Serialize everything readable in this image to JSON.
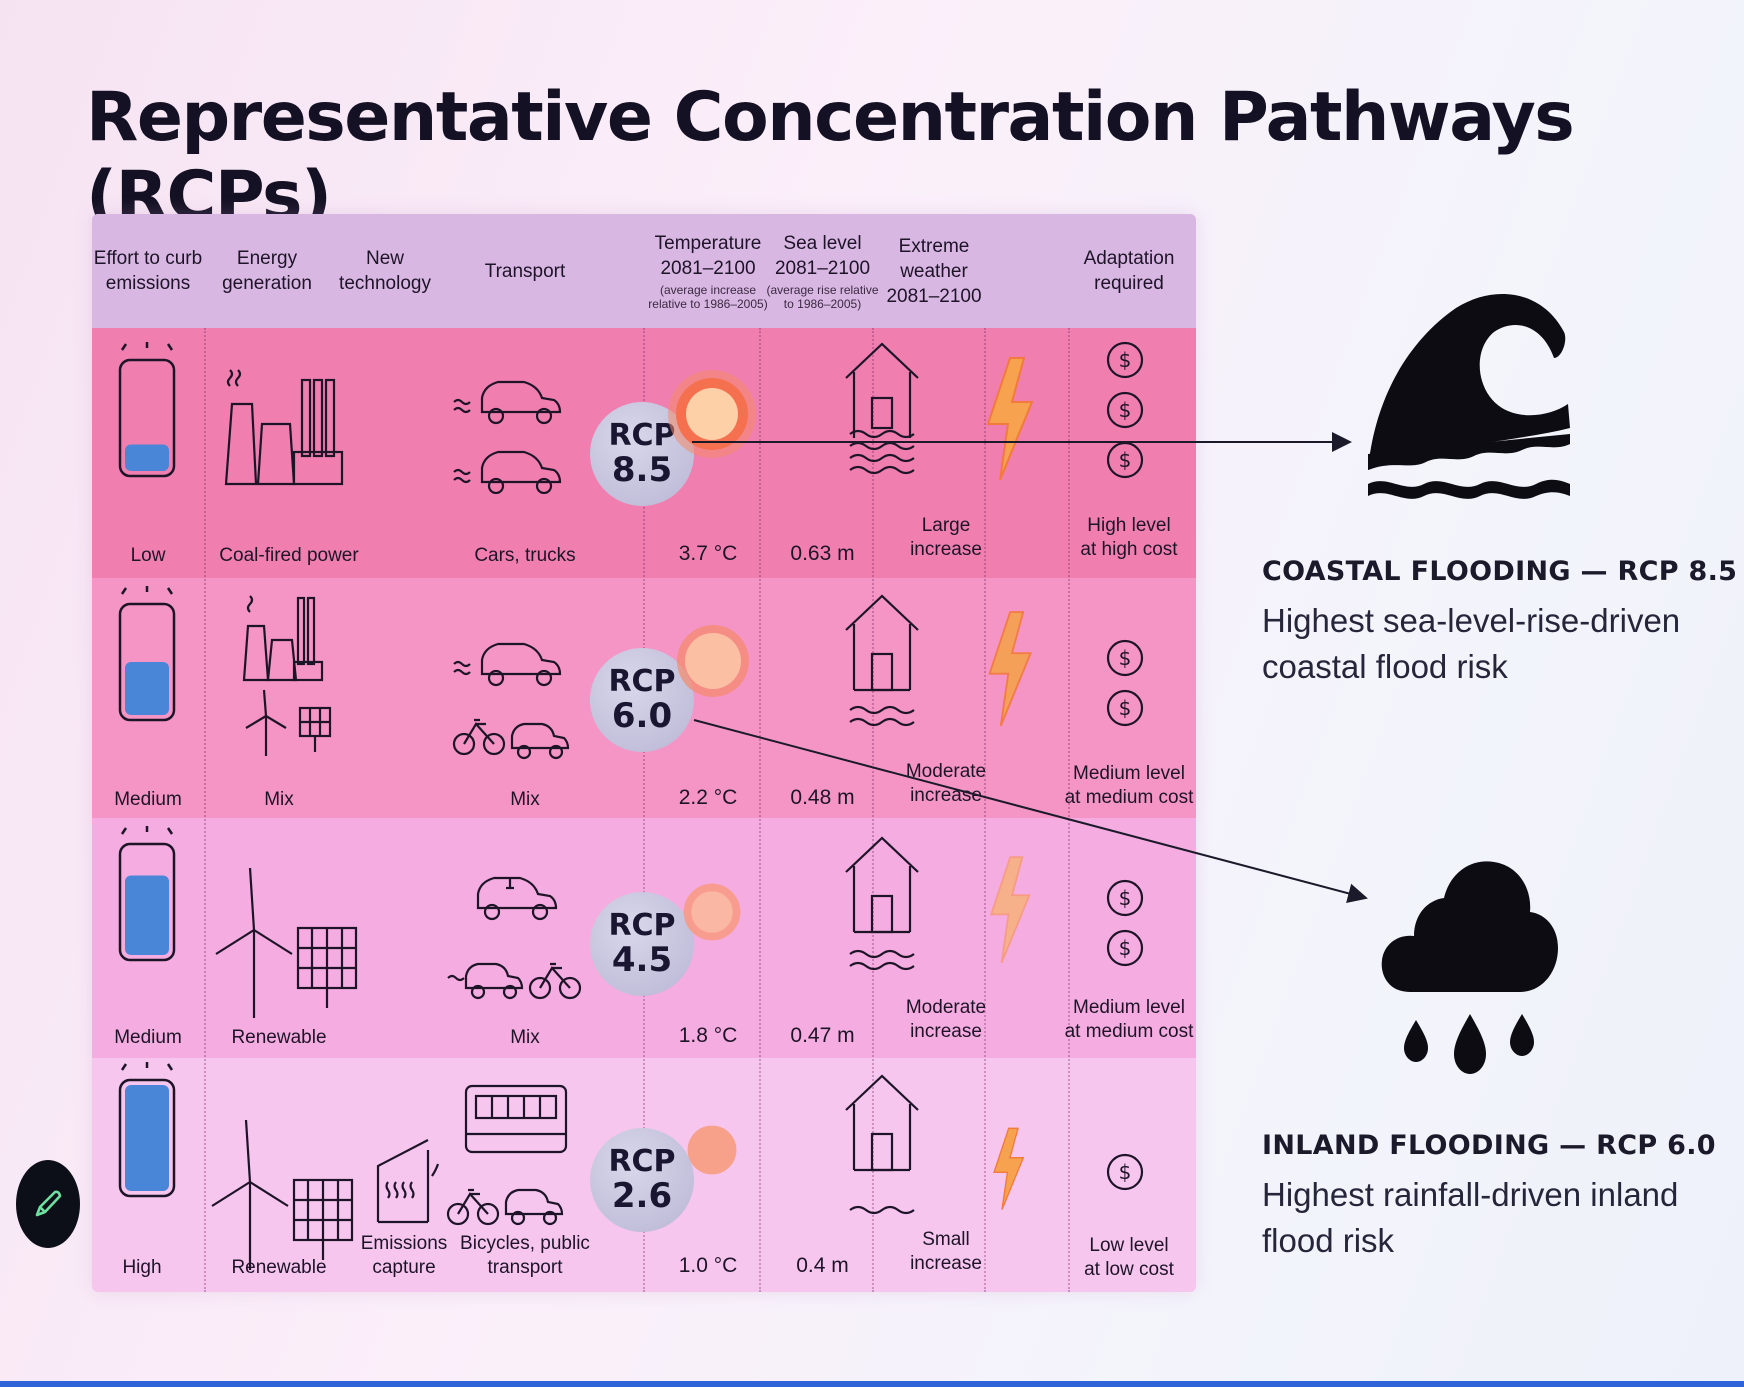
{
  "title": "Representative Concentration Pathways (RCPs)",
  "headers": {
    "effort": "Effort to curb\nemissions",
    "energy": "Energy\ngeneration",
    "newtech": "New\ntechnology",
    "transport": "Transport",
    "temperature": "Temperature\n2081–2100",
    "temperature_sub": "(average increase\nrelative to 1986–2005)",
    "sealevel": "Sea level\n2081–2100",
    "sealevel_sub": "(average rise relative\nto 1986–2005)",
    "weather": "Extreme\nweather\n2081–2100",
    "adaptation": "Adaptation\nrequired"
  },
  "rows": [
    {
      "rcp_label": "RCP",
      "rcp_value": "8.5",
      "effort": "Low",
      "effort_fill": 0.25,
      "energy": "Coal-fired power",
      "newtech": "",
      "transport": "Cars, trucks",
      "temperature": "3.7 °C",
      "sea_level": "0.63 m",
      "weather": "Large\nincrease",
      "adaptation": "High level\nat high cost",
      "dollar_count": 3
    },
    {
      "rcp_label": "RCP",
      "rcp_value": "6.0",
      "effort": "Medium",
      "effort_fill": 0.5,
      "energy": "Mix",
      "newtech": "",
      "transport": "Mix",
      "temperature": "2.2 °C",
      "sea_level": "0.48 m",
      "weather": "Moderate\nincrease",
      "adaptation": "Medium level\nat medium cost",
      "dollar_count": 2
    },
    {
      "rcp_label": "RCP",
      "rcp_value": "4.5",
      "effort": "Medium",
      "effort_fill": 0.75,
      "energy": "Renewable",
      "newtech": "",
      "transport": "Mix",
      "temperature": "1.8 °C",
      "sea_level": "0.47 m",
      "weather": "Moderate\nincrease",
      "adaptation": "Medium level\nat medium cost",
      "dollar_count": 2
    },
    {
      "rcp_label": "RCP",
      "rcp_value": "2.6",
      "effort": "High",
      "effort_fill": 1.0,
      "energy": "Renewable",
      "newtech": "Emissions\ncapture",
      "transport": "Bicycles, public\ntransport",
      "temperature": "1.0 °C",
      "sea_level": "0.4 m",
      "weather": "Small\nincrease",
      "adaptation": "Low level\nat low cost",
      "dollar_count": 1
    }
  ],
  "side": {
    "coastal_title": "COASTAL FLOODING — RCP 8.5",
    "coastal_desc": "Highest sea-level-rise-driven coastal flood risk",
    "inland_title": "INLAND FLOODING — RCP 6.0",
    "inland_desc": "Highest rainfall-driven inland flood risk"
  },
  "icons": {
    "wave": "wave-icon",
    "rain": "rain-cloud-icon",
    "pen": "pen-icon"
  },
  "colors": {
    "row_85": "#f07fb0",
    "row_60": "#f595c6",
    "row_45": "#f5ace0",
    "row_26": "#f6c6ef",
    "header": "#d9b7e3",
    "effort_fill": "#4a86d8",
    "sun": "#f59070",
    "bolt": "#f6a24e"
  }
}
